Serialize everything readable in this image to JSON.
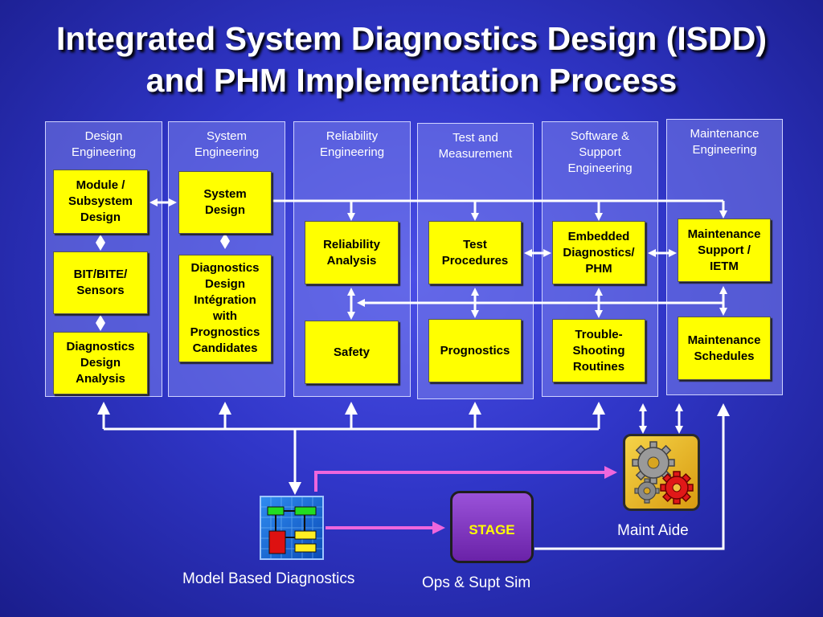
{
  "title": {
    "line1": "Integrated System Diagnostics Design (ISDD)",
    "line2": "and PHM Implementation Process"
  },
  "columns": {
    "design": {
      "l1": "Design",
      "l2": "Engineering"
    },
    "system": {
      "l1": "System",
      "l2": "Engineering"
    },
    "reliability": {
      "l1": "Reliability",
      "l2": "Engineering"
    },
    "test": {
      "l1": "Test  and",
      "l2": "Measurement"
    },
    "software": {
      "l1": "Software &",
      "l2": "Support",
      "l3": "Engineering"
    },
    "maintenance": {
      "l1": "Maintenance",
      "l2": "Engineering"
    }
  },
  "boxes": {
    "module": {
      "l1": "Module /",
      "l2": "Subsystem",
      "l3": "Design"
    },
    "bit": {
      "l1": "BIT/BITE/",
      "l2": "Sensors"
    },
    "dda": {
      "l1": "Diagnostics",
      "l2": "Design",
      "l3": "Analysis"
    },
    "sysdesign": {
      "l1": "System",
      "l2": "Design"
    },
    "ddi": {
      "l1": "Diagnostics",
      "l2": "Design",
      "l3": "Intégration",
      "l4": "with",
      "l5": "Prognostics",
      "l6": "Candidates"
    },
    "relanalysis": {
      "l1": "Reliability",
      "l2": "Analysis"
    },
    "safety": {
      "l1": "Safety"
    },
    "testproc": {
      "l1": "Test",
      "l2": "Procedures"
    },
    "prognostics": {
      "l1": "Prognostics"
    },
    "embedded": {
      "l1": "Embedded",
      "l2": "Diagnostics/",
      "l3": "PHM"
    },
    "trouble": {
      "l1": "Trouble-",
      "l2": "Shooting",
      "l3": "Routines"
    },
    "maintsupport": {
      "l1": "Maintenance",
      "l2": "Support /",
      "l3": "IETM"
    },
    "maintsched": {
      "l1": "Maintenance",
      "l2": "Schedules"
    }
  },
  "tools": {
    "stage_label": "STAGE",
    "model_caption": "Model Based Diagnostics",
    "stage_caption": "Ops & Supt Sim",
    "maint_caption": "Maint Aide"
  },
  "colors": {
    "background": "#3036c8",
    "box_fill": "#ffff00",
    "arrow": "#ffffff",
    "magenta_arrow": "#ee66dd",
    "stage_fill": "#8a3fcf"
  },
  "icons": [
    "gears-icon",
    "block-diagram-icon"
  ]
}
